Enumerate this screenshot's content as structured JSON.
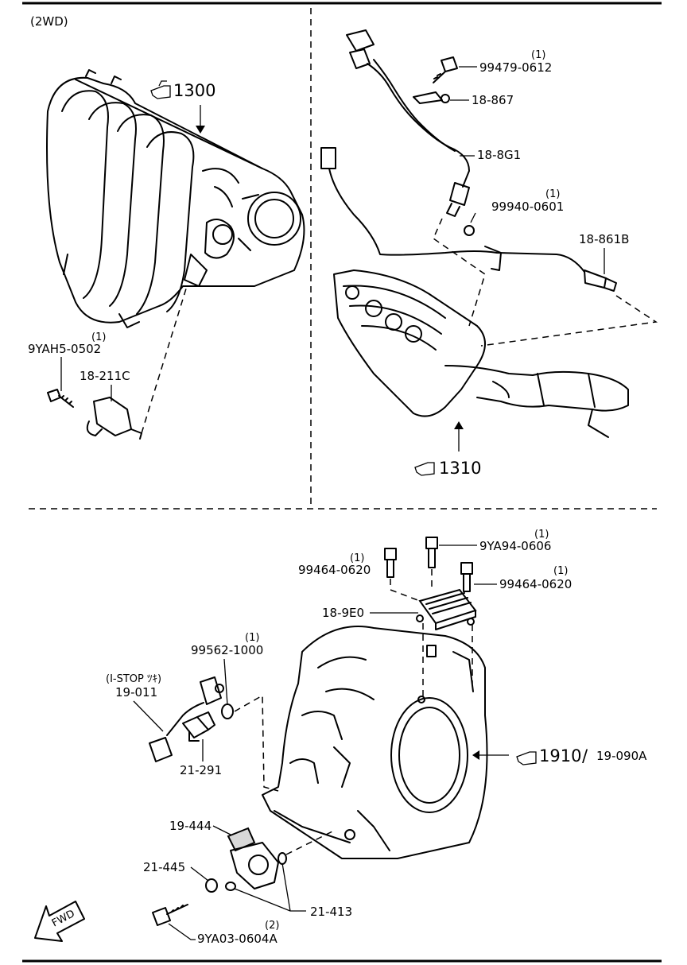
{
  "header": {
    "variant": "(2WD)"
  },
  "refs": {
    "ref_1300": "1300",
    "ref_1310": "1310",
    "ref_1910": "1910",
    "ref_1910_sep": "/",
    "ref_19_090A": "19-090A"
  },
  "parts": {
    "p_99479_0612": {
      "num": "99479-0612",
      "qty": "(1)"
    },
    "p_18_867": {
      "num": "18-867"
    },
    "p_18_8G1": {
      "num": "18-8G1"
    },
    "p_99940_0601": {
      "num": "99940-0601",
      "qty": "(1)"
    },
    "p_18_861B": {
      "num": "18-861B"
    },
    "p_9YAH5_0502": {
      "num": "9YAH5-0502",
      "qty": "(1)"
    },
    "p_18_211C": {
      "num": "18-211C"
    },
    "p_9YA94_0606": {
      "num": "9YA94-0606",
      "qty": "(1)"
    },
    "p_99464_0620_a": {
      "num": "99464-0620",
      "qty": "(1)"
    },
    "p_99464_0620_b": {
      "num": "99464-0620",
      "qty": "(1)"
    },
    "p_18_9E0": {
      "num": "18-9E0"
    },
    "p_99562_1000": {
      "num": "99562-1000",
      "qty": "(1)"
    },
    "p_19_011": {
      "num": "19-011",
      "note": "(I-STOP ﾂｷ)"
    },
    "p_21_291": {
      "num": "21-291"
    },
    "p_19_444": {
      "num": "19-444"
    },
    "p_21_445": {
      "num": "21-445"
    },
    "p_21_413": {
      "num": "21-413"
    },
    "p_9YA03_0604A": {
      "num": "9YA03-0604A",
      "qty": "(2)"
    }
  },
  "fwd": "FWD",
  "icons": {
    "ref_pointer": "pointing-hand-icon"
  }
}
